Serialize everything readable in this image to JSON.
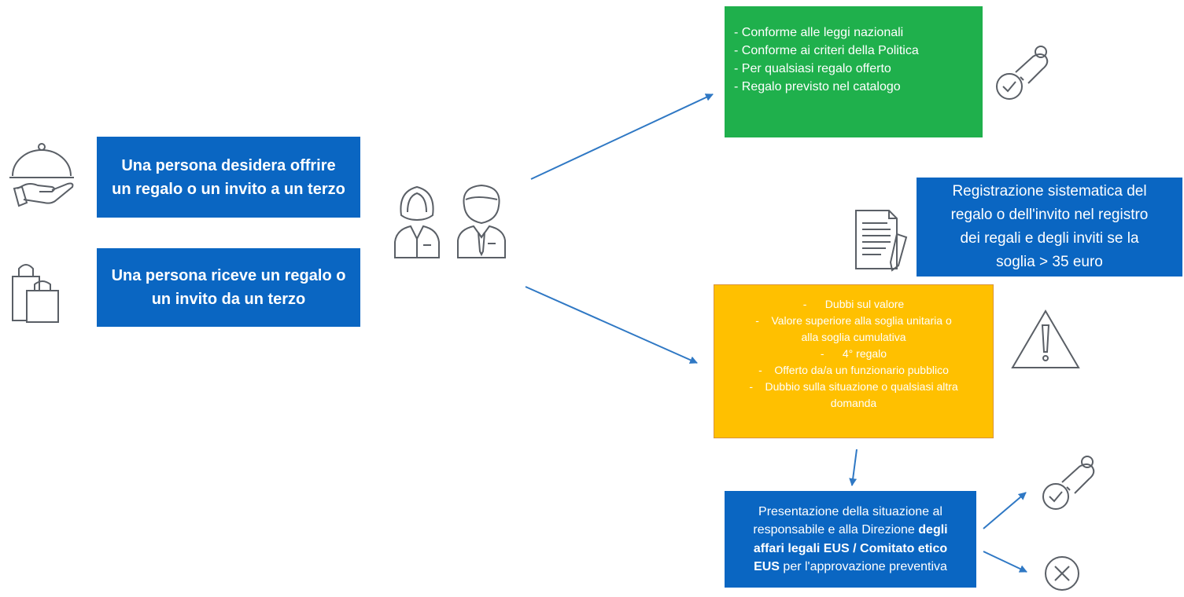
{
  "left_boxes": {
    "offer": [
      "Una persona desidera offrire",
      "un regalo o un invito a un terzo"
    ],
    "receive": [
      "Una persona riceve un regalo o",
      "un invito da un terzo"
    ]
  },
  "green_box": {
    "items": [
      "- Conforme alle leggi nazionali",
      "- Conforme ai criteri della Politica",
      "- Per qualsiasi regalo offerto",
      "- Regalo previsto nel catalogo"
    ]
  },
  "registration_box": {
    "lines": [
      "Registrazione sistematica del",
      "regalo o dell'invito nel registro",
      "dei regali e degli inviti se la",
      "soglia > 35 euro"
    ]
  },
  "orange_box": {
    "lines": [
      "-      Dubbi sul valore",
      "-    Valore superiore alla soglia unitaria o",
      "alla soglia cumulativa",
      "-      4° regalo",
      "-    Offerto da/a un funzionario pubblico",
      "-    Dubbio sulla situazione o qualsiasi altra",
      "domanda"
    ]
  },
  "presentation_box": {
    "line1": "Presentazione della situazione al",
    "line2a": "responsabile e alla Direzione ",
    "line2b": "degli",
    "line3": "affari legali EUS / Comitato etico",
    "line4a": "EUS",
    "line4b": " per l'approvazione preventiva"
  },
  "icons": {
    "cloche": "serving-cloche-icon",
    "bags": "shopping-bags-icon",
    "people": "business-people-icon",
    "approve": "approval-stamp-icon",
    "document": "document-pen-icon",
    "warning": "warning-triangle-icon",
    "reject": "reject-circle-icon"
  },
  "colors": {
    "blue": "#0a66c2",
    "green": "#1fb04c",
    "orange": "#ffc000",
    "arrow": "#2f78c4"
  }
}
